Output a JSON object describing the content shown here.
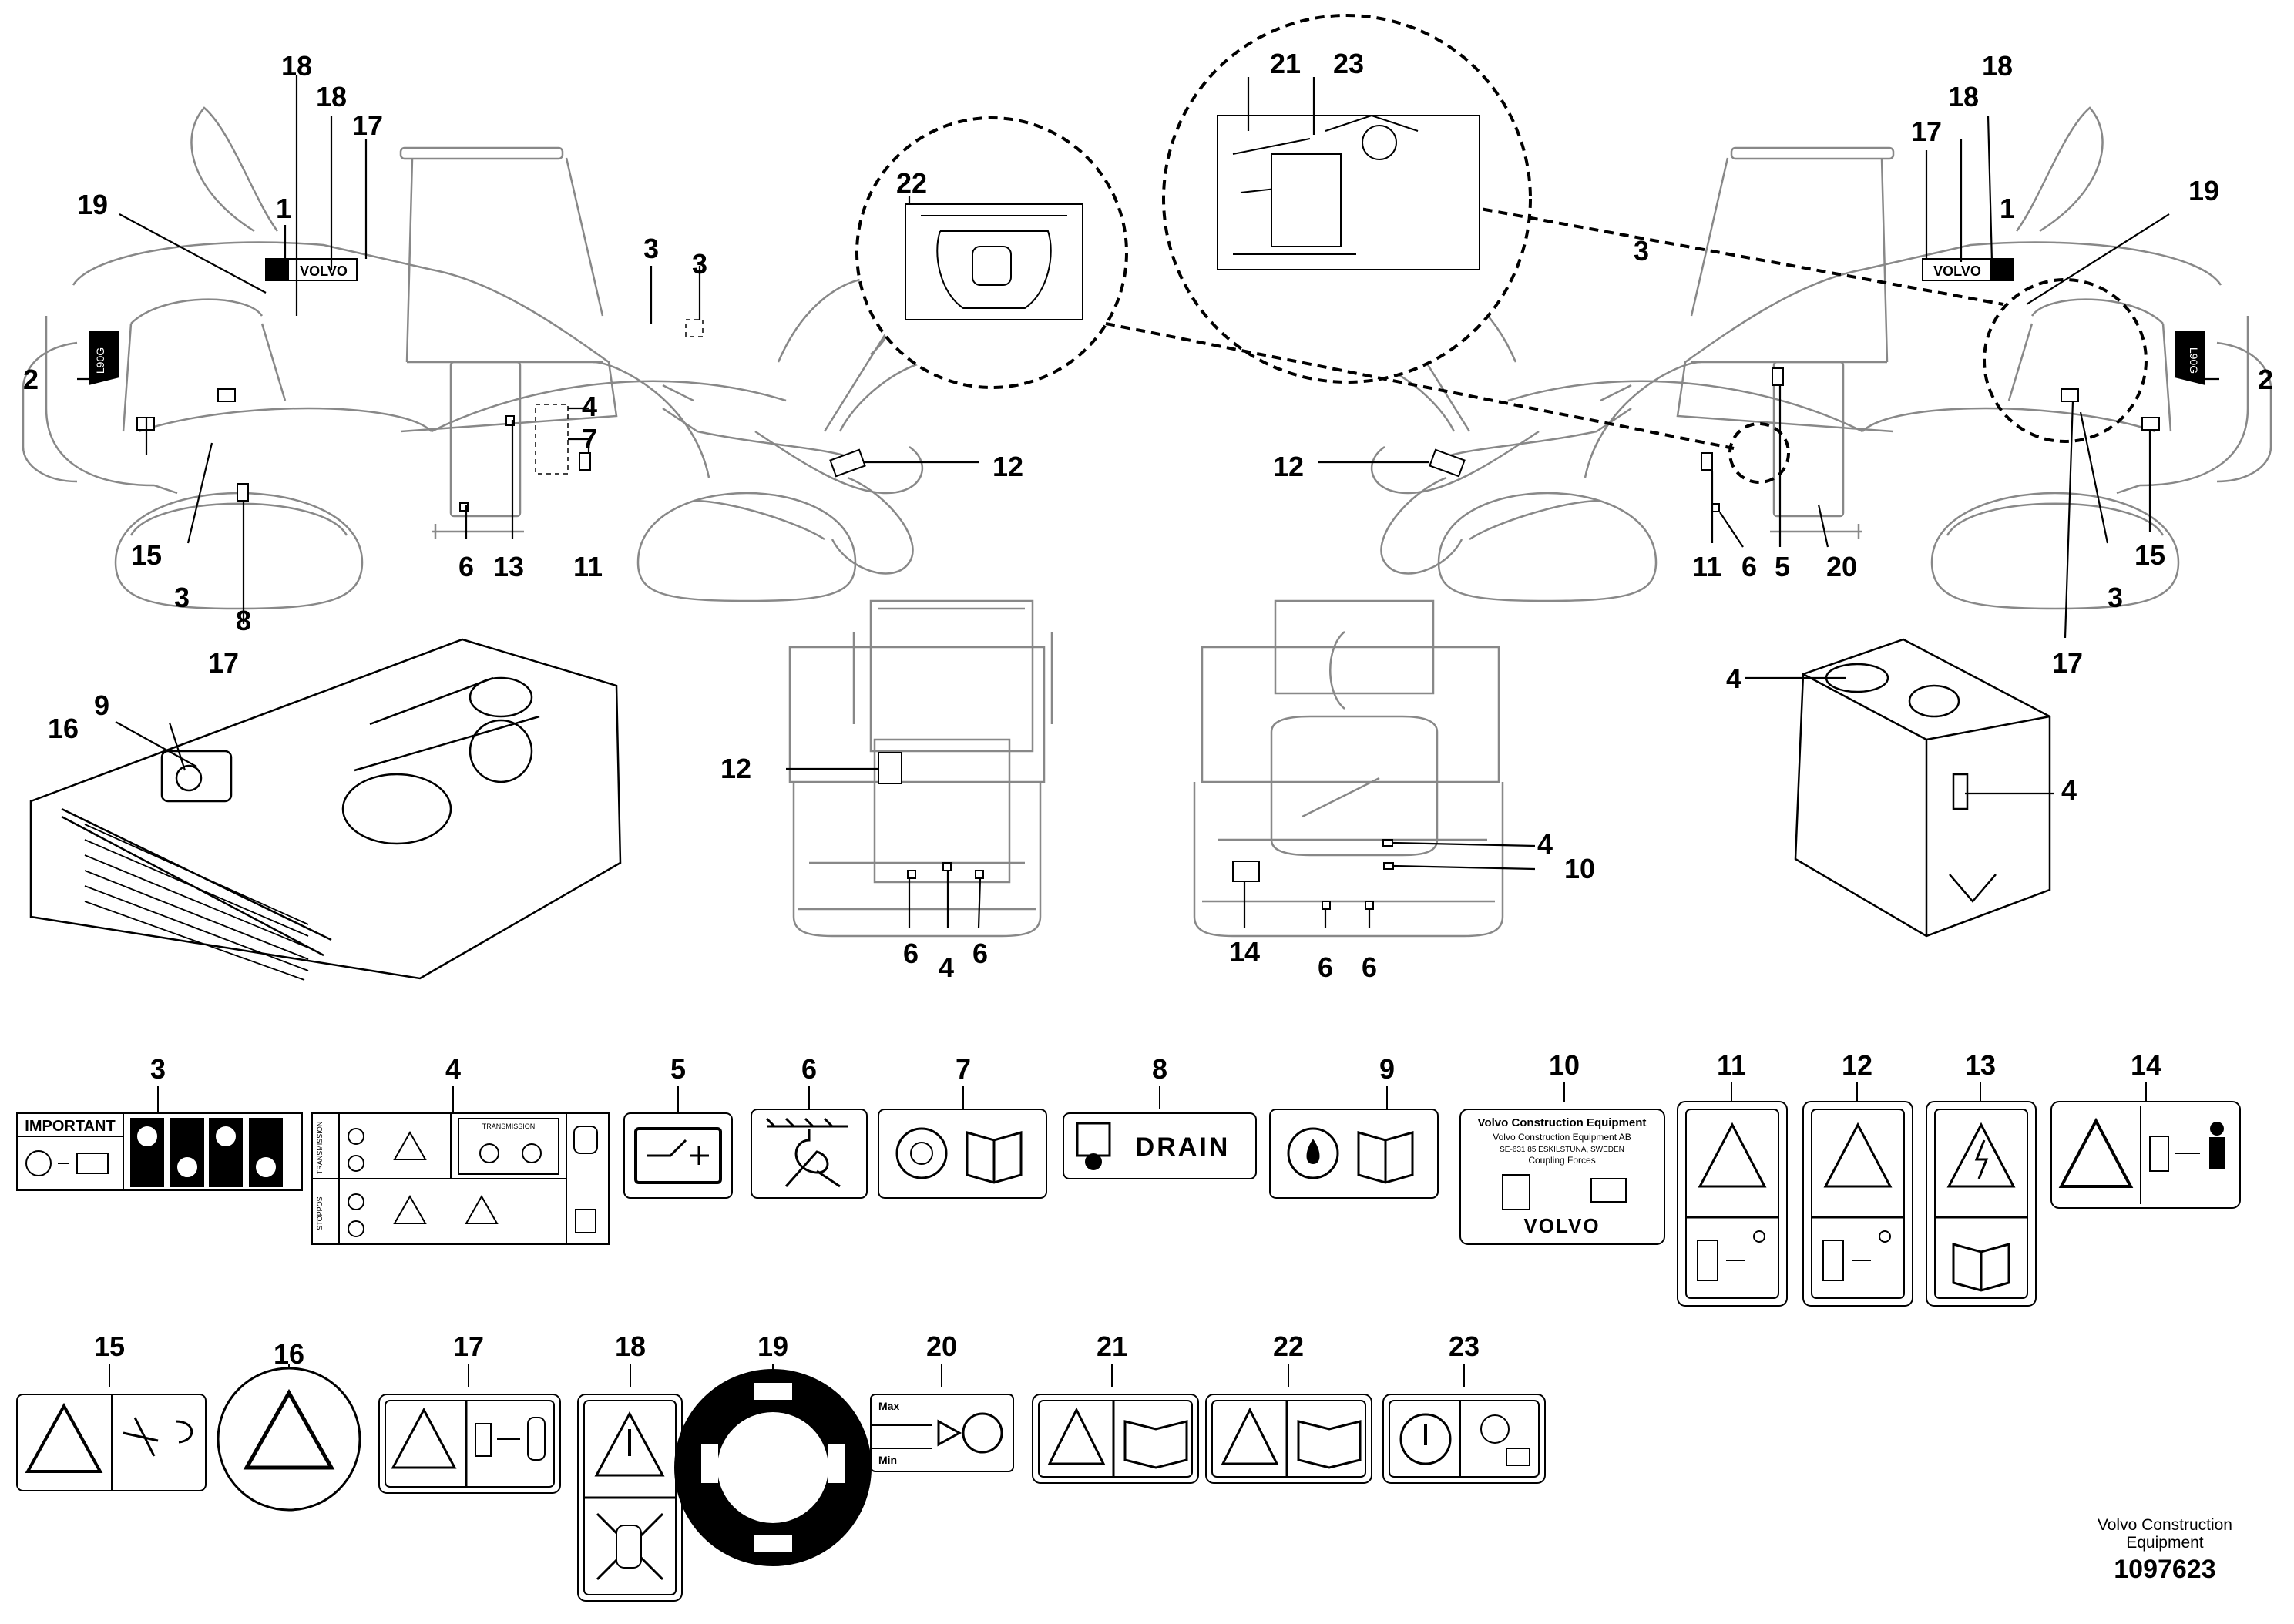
{
  "machine": {
    "badge_brand": "VOLVO",
    "badge_model": "L90G"
  },
  "labels": {
    "l3_important": "IMPORTANT",
    "l4_transmission": "TRANSMISSION",
    "l4_side_top": "TRANSMISSION",
    "l4_side_bottom": "STOPPOS",
    "l8_drain": "DRAIN",
    "l10_line1": "Volvo Construction Equipment",
    "l10_line2": "Volvo Construction Equipment AB",
    "l10_line3": "SE-631 85 ESKILSTUNA, SWEDEN",
    "l10_line4": "Coupling Forces",
    "l10_brand": "VOLVO",
    "l20_max": "Max",
    "l20_min": "Min"
  },
  "footer": {
    "line1": "Volvo Construction",
    "line2": "Equipment",
    "ref": "1097623"
  },
  "callouts": [
    "1",
    "2",
    "3",
    "4",
    "5",
    "6",
    "7",
    "8",
    "9",
    "10",
    "11",
    "12",
    "13",
    "14",
    "15",
    "16",
    "17",
    "18",
    "19",
    "20",
    "21",
    "22",
    "23"
  ],
  "decal_numbers": [
    "3",
    "4",
    "5",
    "6",
    "7",
    "8",
    "9",
    "10",
    "11",
    "12",
    "13",
    "14",
    "15",
    "16",
    "17",
    "18",
    "19",
    "20",
    "21",
    "22",
    "23"
  ]
}
